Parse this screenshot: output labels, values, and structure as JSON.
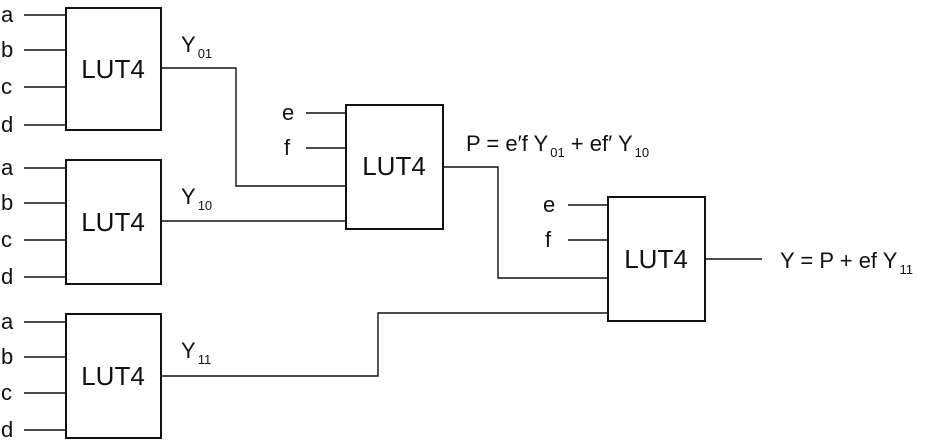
{
  "lut_label": "LUT4",
  "inputs_abcd": [
    "a",
    "b",
    "c",
    "d"
  ],
  "inputs_ef": [
    "e",
    "f"
  ],
  "signals": {
    "y01": {
      "base": "Y",
      "sub": "01"
    },
    "y10": {
      "base": "Y",
      "sub": "10"
    },
    "y11": {
      "base": "Y",
      "sub": "11"
    }
  },
  "equations": {
    "p": {
      "prefix": "P = e′f Y",
      "sub1": "01",
      "middle": " + ef′ Y",
      "sub2": "10"
    },
    "y": {
      "prefix": "Y = P + ef Y",
      "sub": "11"
    }
  }
}
